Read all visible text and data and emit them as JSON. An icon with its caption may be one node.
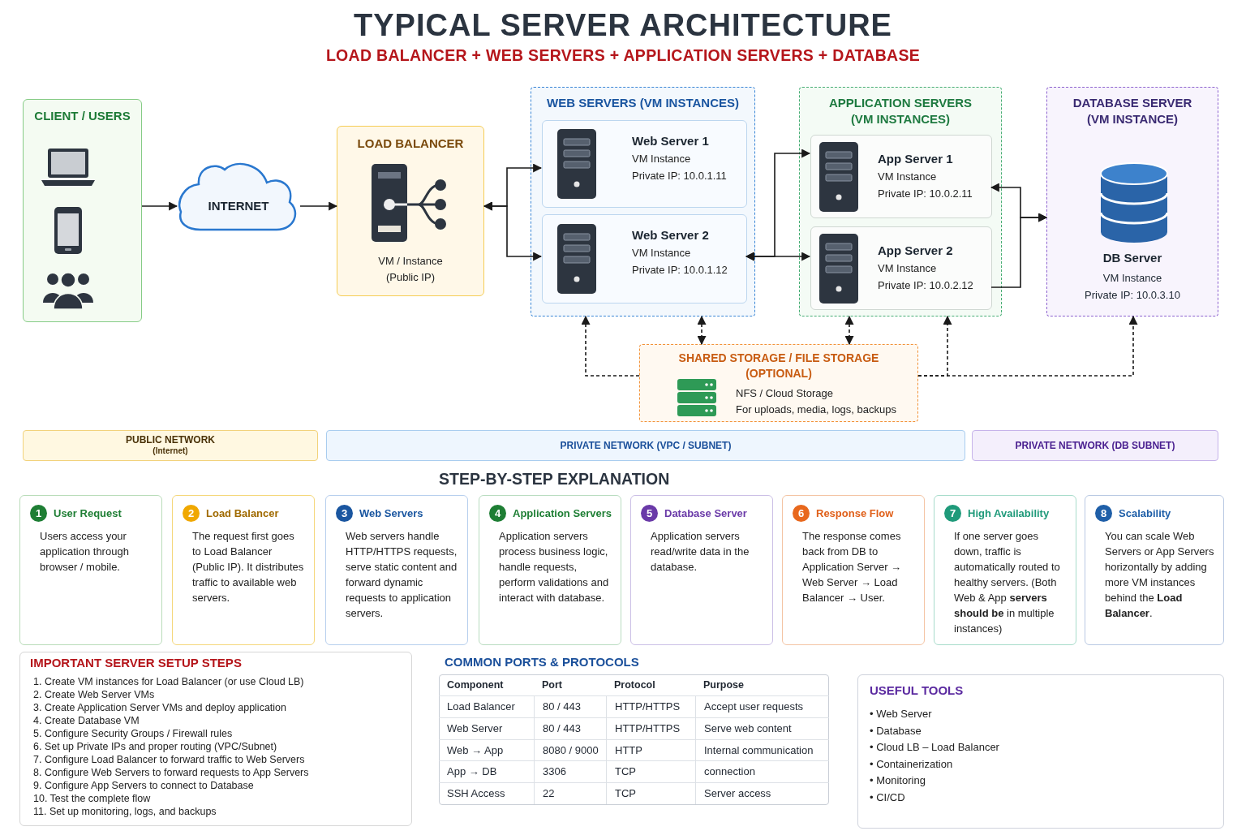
{
  "diagram": {
    "title": "TYPICAL SERVER ARCHITECTURE",
    "nodes": [
      {
        "text": [
          "CLIENT / USERS"
        ]
      },
      {
        "text": [
          "INTERNET"
        ]
      },
      {
        "text": [
          "LOAD BALANCER",
          "VM / Instance (Public IP)"
        ]
      },
      {
        "text": [
          "WEB SERVERS (VM INSTANCES)"
        ]
      },
      {
        "text": [
          "Web Server 1",
          "VM Instance",
          "Private IP: 10.0.1.11"
        ],
        "in": 3
      },
      {
        "text": [
          "Web Server 2",
          "VM Instance",
          "Private IP: 10.0.1.12"
        ],
        "in": 3
      },
      {
        "text": [
          "APPLICATION SERVERS (VM INSTANCES)"
        ]
      },
      {
        "text": [
          "App Server 1",
          "VM Instance",
          "Private IP: 10.0.2.11"
        ],
        "in": 6
      },
      {
        "text": [
          "App Server 2",
          "VM Instance",
          "Private IP: 10.0.2.12"
        ],
        "in": 6
      },
      {
        "text": [
          "DATABASE SERVER (VM INSTANCE)",
          "DB Server",
          "VM Instance",
          "Private IP: 10.0.3.10"
        ]
      },
      {
        "text": [
          "SHARED STORAGE / FILE STORAGE (OPTIONAL)",
          "NFS / Cloud Storage",
          "For uploads, media, logs, backups"
        ]
      },
      {
        "text": [
          "PUBLIC NETWORK",
          "(Internet)"
        ]
      },
      {
        "text": [
          "PRIVATE NETWORK (VPC / SUBNET)"
        ]
      },
      {
        "text": [
          "PRIVATE NETWORK (DB SUBNET)"
        ]
      },
      {
        "text": [
          "1",
          "User Request",
          "Users access your application through browser / mobile."
        ]
      },
      {
        "text": [
          "2",
          "Load Balancer",
          "The request first goes to Load Balancer (Public IP). It distributes traffic to available web servers."
        ]
      },
      {
        "text": [
          "3",
          "Web Servers",
          "Web servers handle HTTP/HTTPS requests, serve static content and forward dynamic requests to application servers."
        ]
      },
      {
        "text": [
          "4",
          "Application Servers",
          "Application servers process business logic, handle requests, perform validations and interact with database."
        ]
      },
      {
        "text": [
          "5",
          "Database Server",
          "Application servers read/write data in the database."
        ]
      },
      {
        "text": [
          "6",
          "Response Flow",
          "The response comes back from DB to Application Server → Web Server → Load Balancer → User."
        ]
      },
      {
        "text": [
          "7",
          "High Availability",
          "If one server goes down, traffic is automatically routed to healthy servers. (Both Web & App **servers should be** in multiple instances)"
        ]
      },
      {
        "text": [
          "8",
          "Scalability",
          "You can scale Web Servers or App Servers horizontally by adding more VM instances behind the **Load Balancer**."
        ]
      },
      {
        "text": [
          "IMPORTANT SERVER SETUP STEPS",
          "1. Create VM instances for Load Balancer (or use Cloud LB)",
          "2. Create Web Server VMs",
          "3. Create Application Server VMs and deploy application",
          "4. Create Database VM",
          "5. Configure Security Groups / Firewall rules",
          "6. Set up Private IPs and proper routing (VPC/Subnet)",
          "7. Configure Load Balancer to forward traffic to Web Servers",
          "8. Configure Web Servers to forward requests to App Servers",
          "9. Configure App Servers to connect to Database",
          "10. Test the complete flow",
          "11. Set up monitoring, logs, and backups"
        ]
      },
      {
        "text": [
          "USEFUL TOOLS",
          "• Web Server",
          "• Database",
          "• Cloud LB – Load Balancer",
          "• Containerization",
          "• Monitoring",
          "• CI/CD"
        ]
      }
    ],
    "edges": [
      {
        "from": 0,
        "to": 1,
        "arrow": "to"
      },
      {
        "from": 1,
        "to": 2,
        "arrow": "to"
      },
      {
        "from": 2,
        "to": 4,
        "arrow": "both"
      },
      {
        "from": 2,
        "to": 5,
        "arrow": "both"
      },
      {
        "from": 5,
        "to": 7,
        "arrow": "both"
      },
      {
        "from": 5,
        "to": 8,
        "arrow": "both"
      },
      {
        "from": 7,
        "to": 9,
        "arrow": "both"
      },
      {
        "from": 8,
        "to": 9,
        "arrow": "to"
      },
      {
        "from": 10,
        "to": 3,
        "arrow": "to",
        "style": "dashed"
      },
      {
        "from": 10,
        "to": 3,
        "arrow": "both",
        "style": "dashed"
      },
      {
        "from": 10,
        "to": 6,
        "arrow": "both",
        "style": "dashed"
      },
      {
        "from": 10,
        "to": 6,
        "arrow": "to",
        "style": "dashed"
      },
      {
        "from": 10,
        "to": 9,
        "arrow": "to",
        "style": "dashed"
      }
    ],
    "labels": [
      "LOAD BALANCER + WEB SERVERS + APPLICATION SERVERS + DATABASE",
      "STEP-BY-STEP EXPLANATION",
      "COMMON PORTS & PROTOCOLS",
      "Component",
      "Port",
      "Protocol",
      "Purpose",
      "Load Balancer",
      "80 / 443",
      "HTTP/HTTPS",
      "Accept user requests",
      "Web Server",
      "80 / 443",
      "HTTP/HTTPS",
      "Serve web content",
      "Web → App",
      "8080 / 9000",
      "HTTP",
      "Internal communication",
      "App → DB",
      "3306",
      "TCP",
      "connection",
      "SSH Access",
      "22",
      "TCP",
      "Server access"
    ]
  }
}
